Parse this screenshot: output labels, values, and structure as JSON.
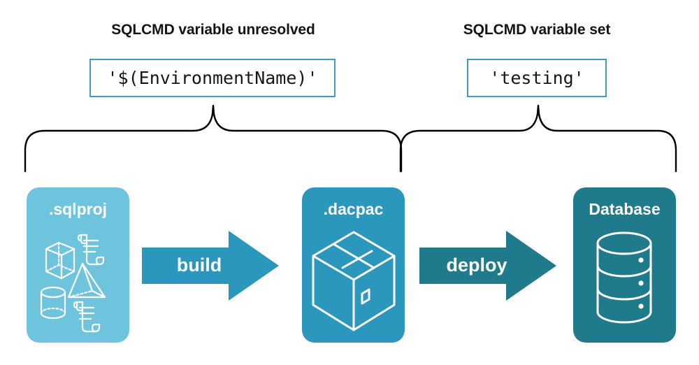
{
  "diagram": {
    "title_left": "SQLCMD variable unresolved",
    "title_right": "SQLCMD variable set",
    "code_left": "'$(EnvironmentName)'",
    "code_right": "'testing'",
    "colors": {
      "light_blue": "#6FC4DD",
      "mid_blue": "#2B97BC",
      "dark_teal": "#1F7A8C",
      "box_border": "#3D9EBF",
      "brace_stroke": "#000000",
      "text_dark": "#141414",
      "text_light": "#FFFFFF",
      "background": "#FFFFFF"
    },
    "stages": [
      {
        "id": "sqlproj",
        "label": ".sqlproj",
        "fill": "#6FC4DD",
        "icons": [
          "cube-icon",
          "pyramid-icon",
          "cylinder-icon",
          "script-scroll-icon",
          "script-scroll-icon"
        ]
      },
      {
        "id": "dacpac",
        "label": ".dacpac",
        "fill": "#2B97BC",
        "icons": [
          "package-box-icon"
        ]
      },
      {
        "id": "database",
        "label": "Database",
        "fill": "#1F7A8C",
        "icons": [
          "database-cylinder-icon"
        ]
      }
    ],
    "arrows": [
      {
        "id": "build",
        "label": "build",
        "fill": "#2B97BC",
        "from": "sqlproj",
        "to": "dacpac"
      },
      {
        "id": "deploy",
        "label": "deploy",
        "fill": "#1F7A8C",
        "from": "dacpac",
        "to": "database"
      }
    ],
    "braces": [
      {
        "id": "brace-left",
        "spans": [
          "sqlproj",
          "build",
          "dacpac"
        ]
      },
      {
        "id": "brace-right",
        "spans": [
          "dacpac",
          "deploy",
          "database"
        ]
      }
    ]
  }
}
